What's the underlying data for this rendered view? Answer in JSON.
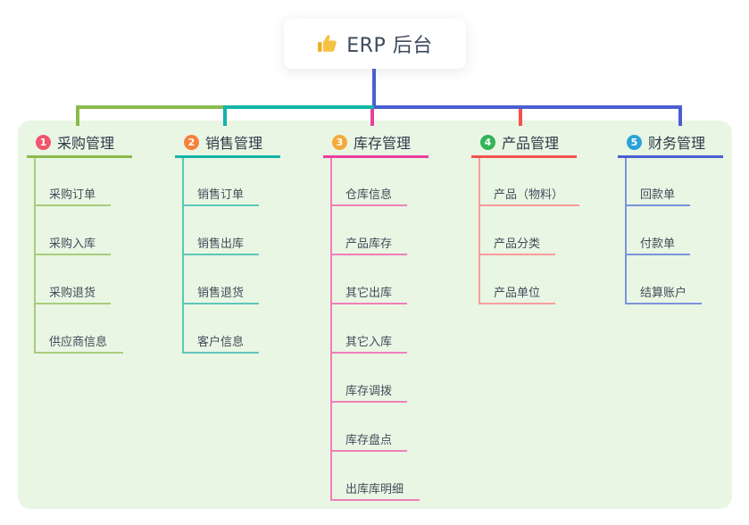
{
  "root": {
    "title": "ERP 后台",
    "icon": "thumbs-up-icon"
  },
  "theme": {
    "panel_bg": "#e9f6e4",
    "root_connector": "#4a5ed0",
    "title_color": "#3d4a5c",
    "thumb_color": "#f6c243"
  },
  "branches": [
    {
      "number": "1",
      "label": "采购管理",
      "badge_color": "#f1566c",
      "line_color": "#8abb4c",
      "child_line_color": "#a9cd7a",
      "children": [
        "采购订单",
        "采购入库",
        "采购退货",
        "供应商信息"
      ]
    },
    {
      "number": "2",
      "label": "销售管理",
      "badge_color": "#f5823c",
      "line_color": "#13b5a6",
      "child_line_color": "#5ec6b9",
      "children": [
        "销售订单",
        "销售出库",
        "销售退货",
        "客户信息"
      ]
    },
    {
      "number": "3",
      "label": "库存管理",
      "badge_color": "#f3a93c",
      "line_color": "#e83f9b",
      "child_line_color": "#f07fb8",
      "children": [
        "仓库信息",
        "产品库存",
        "其它出库",
        "其它入库",
        "库存调拨",
        "库存盘点",
        "出库库明细"
      ]
    },
    {
      "number": "4",
      "label": "产品管理",
      "badge_color": "#33b457",
      "line_color": "#f4524f",
      "child_line_color": "#f79d9b",
      "children": [
        "产品（物料）",
        "产品分类",
        "产品单位"
      ]
    },
    {
      "number": "5",
      "label": "财务管理",
      "badge_color": "#2ba2d9",
      "line_color": "#4a5ed0",
      "child_line_color": "#7b93dc",
      "children": [
        "回款单",
        "付款单",
        "结算账户"
      ]
    }
  ]
}
